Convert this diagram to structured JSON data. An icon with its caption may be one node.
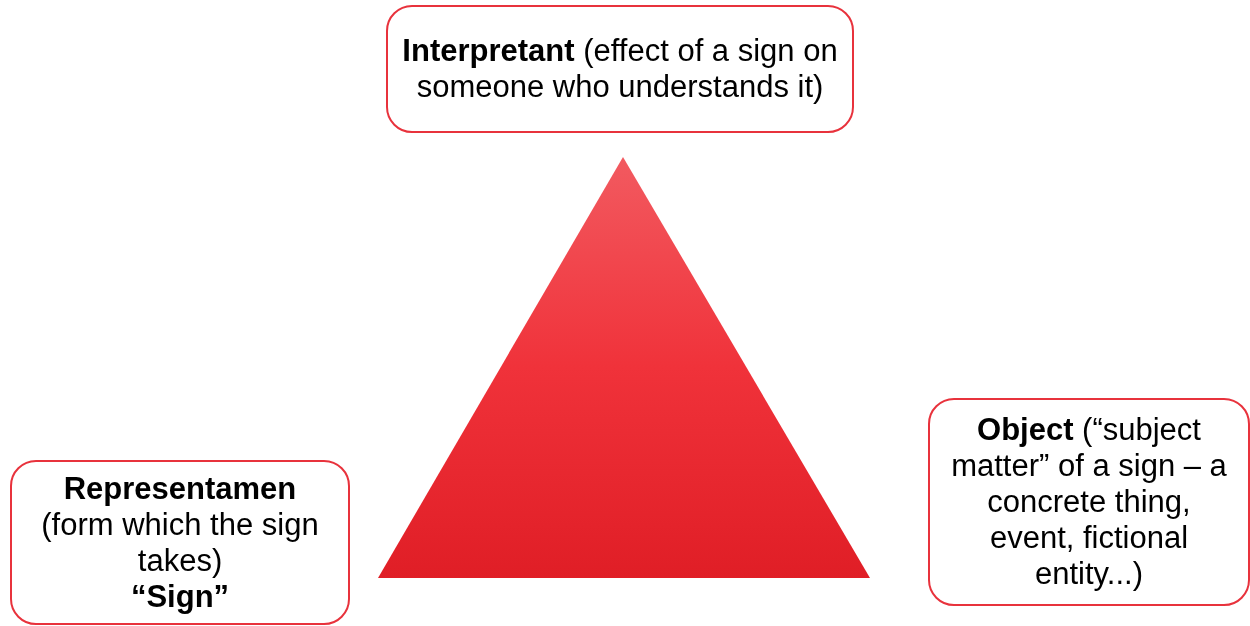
{
  "diagram": {
    "nodes": [
      {
        "text": [
          "**Interpretant** (effect of a sign on someone who understands it)"
        ]
      },
      {
        "text": [
          "**Representamen** (form which the sign takes)",
          "“Sign”"
        ]
      },
      {
        "text": [
          "**Object** (“subject matter” of a sign – a concrete thing, event, fictional entity...)"
        ]
      }
    ]
  }
}
